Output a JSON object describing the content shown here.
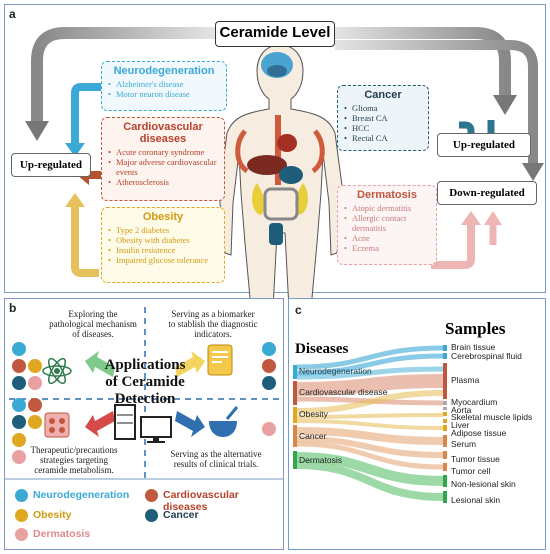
{
  "panel_a": {
    "label": "a",
    "title": "Ceramide Level",
    "up_left": "Up-regulated",
    "up_right": "Up-regulated",
    "down_right": "Down-regulated",
    "neuro": {
      "title": "Neurodegeneration",
      "items": [
        "Alzheimer's disease",
        "Motor neuron disease"
      ]
    },
    "cardio": {
      "title": "Cardiovascular diseases",
      "items": [
        "Acute coronary syndrome",
        "Major adverse cardiovascular events",
        "Atherosclerosis"
      ]
    },
    "obesity": {
      "title": "Obesity",
      "items": [
        "Type 2 diabetes",
        "Obesity with diabetes",
        "Insulin resistence",
        "Impaired glucose tolerance"
      ]
    },
    "cancer": {
      "title": "Cancer",
      "items": [
        "Glioma",
        "Breast CA",
        "HCC",
        "Rectal CA"
      ]
    },
    "derma": {
      "title": "Dermatosis",
      "items": [
        "Atopic dermatitis",
        "Allergic contact dermatitis",
        "Acne",
        "Eczema"
      ]
    }
  },
  "panel_b": {
    "label": "b",
    "center_title": [
      "Applications",
      "of Ceramide",
      "Detection"
    ],
    "text_tl": [
      "Exploring the",
      "pathological mechanism",
      "of diseases."
    ],
    "text_tr": [
      "Serving as a biomarker",
      "to stablish the diagnostic",
      "indicators."
    ],
    "text_bl": [
      "Therapeutic/precautions",
      "strategies targeting",
      "ceramide metabolism."
    ],
    "text_br": [
      "Serving as the alternative",
      "results of clinical trials."
    ],
    "legend": {
      "neuro": "Neurodegeneration",
      "cardio": "Cardiovascular diseases",
      "obesity": "Obesity",
      "cancer": "Cancer",
      "derma": "Dermatosis"
    }
  },
  "panel_c": {
    "label": "c",
    "diseases_title": "Diseases",
    "samples_title": "Samples",
    "diseases": [
      "Neurodegeneration",
      "Cardiovascular disease",
      "Obesity",
      "Cancer",
      "Dermatosis"
    ],
    "samples": [
      "Brain tissue",
      "Cerebrospinal fluid",
      "Plasma",
      "Myocardium",
      "Aorta",
      "Skeletal muscle lipids",
      "Liver",
      "Adipose tissue",
      "Serum",
      "Tumor tissue",
      "Tumor cell",
      "Non-lesional skin",
      "Lesional skin"
    ]
  },
  "colors": {
    "neuro": "#3aa9d6",
    "cardio": "#c0573f",
    "obesity": "#e0a820",
    "cancer": "#1f5e7a",
    "derma": "#e8a0a0",
    "panel_border": "#7a9bc4"
  }
}
